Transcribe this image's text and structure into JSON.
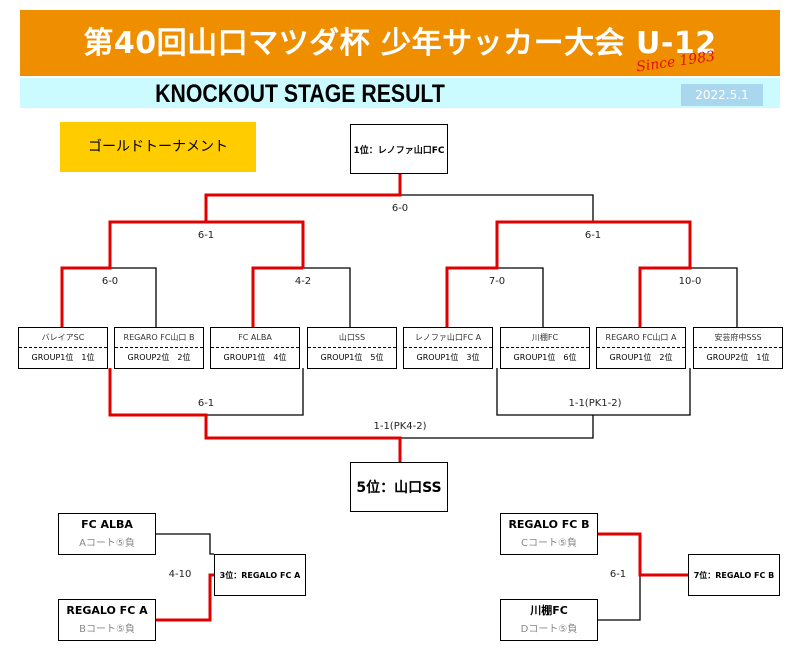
{
  "header": {
    "title": "第40回山口マツダ杯 少年サッカー大会 U-12",
    "since": "Since 1983",
    "subtitle": "KNOCKOUT STAGE RESULT",
    "date": "2022.5.1"
  },
  "section_label": "ゴールドトーナメント",
  "champion": "1位：レノファ山口FC",
  "fifth_place": "5位：山口SS",
  "teams": [
    {
      "name": "バレイアSC",
      "group": "GROUP1位　1位"
    },
    {
      "name": "REGARO FC山口 B",
      "group": "GROUP2位　2位"
    },
    {
      "name": "FC ALBA",
      "group": "GROUP1位　4位"
    },
    {
      "name": "山口SS",
      "group": "GROUP1位　5位"
    },
    {
      "name": "レノファ山口FC A",
      "group": "GROUP1位　3位"
    },
    {
      "name": "川棚FC",
      "group": "GROUP1位　6位"
    },
    {
      "name": "REGARO FC山口 A",
      "group": "GROUP1位　2位"
    },
    {
      "name": "安芸府中SSS",
      "group": "GROUP2位　1位"
    }
  ],
  "scores": {
    "final": "6-0",
    "semi_left": "6-1",
    "semi_right": "6-1",
    "qf1": "6-0",
    "qf2": "4-2",
    "qf3": "7-0",
    "qf4": "10-0",
    "lower_left": "6-1",
    "lower_right": "1-1(PK1-2)",
    "lower_final": "1-1(PK4-2)"
  },
  "third_place": {
    "team_a": {
      "name": "FC ALBA",
      "sub": "Aコート⑤負"
    },
    "team_b": {
      "name": "REGALO FC A",
      "sub": "Bコート⑤負"
    },
    "score": "4-10",
    "result": "3位：REGALO FC A"
  },
  "seventh_place": {
    "team_a": {
      "name": "REGALO FC B",
      "sub": "Cコート⑤負"
    },
    "team_b": {
      "name": "川棚FC",
      "sub": "Dコート⑤負"
    },
    "score": "6-1",
    "result": "7位：REGALO FC B"
  },
  "colors": {
    "header": "#ef8f00",
    "subheader": "#ccfbff",
    "gold": "#ffcc00",
    "winner_line": "#e00000",
    "since": "#e01010"
  }
}
